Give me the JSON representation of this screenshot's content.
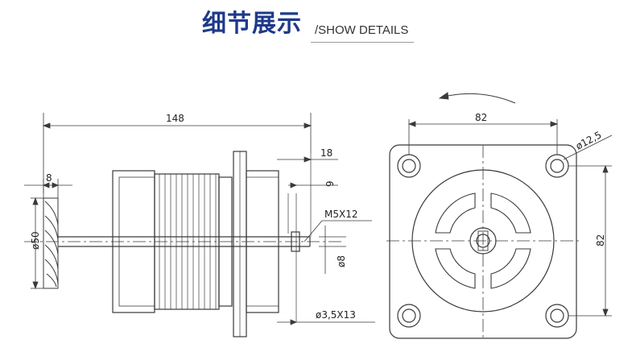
{
  "header": {
    "title_cn": "细节展示",
    "title_en": "/SHOW DETAILS"
  },
  "side_view": {
    "dim_total_length": "148",
    "dim_shaft_extension": "18",
    "dim_shaft_step": "9",
    "dim_pulley_width": "8",
    "dim_pulley_diameter": "ø50",
    "label_thread": "M5X12",
    "dim_shaft_diameter": "ø8",
    "label_pin": "ø3,5X13"
  },
  "front_view": {
    "dim_width": "82",
    "dim_height": "82",
    "label_hole": "ø12,5"
  },
  "colors": {
    "title": "#1f3a8a",
    "line": "#3a3a3a"
  }
}
